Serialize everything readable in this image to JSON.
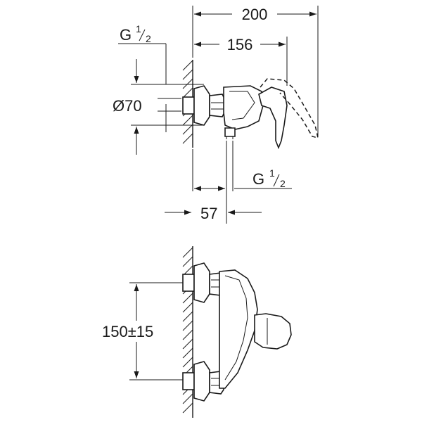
{
  "dimensions": {
    "overall_length": "200",
    "lever_reach": "156",
    "inlet_thread": {
      "base": "G",
      "num": "1",
      "den": "2"
    },
    "outlet_thread": {
      "base": "G",
      "num": "1",
      "den": "2"
    },
    "escutcheon_diameter": "Ø70",
    "wall_to_outlet": "57",
    "inlet_spacing": "150±15"
  }
}
